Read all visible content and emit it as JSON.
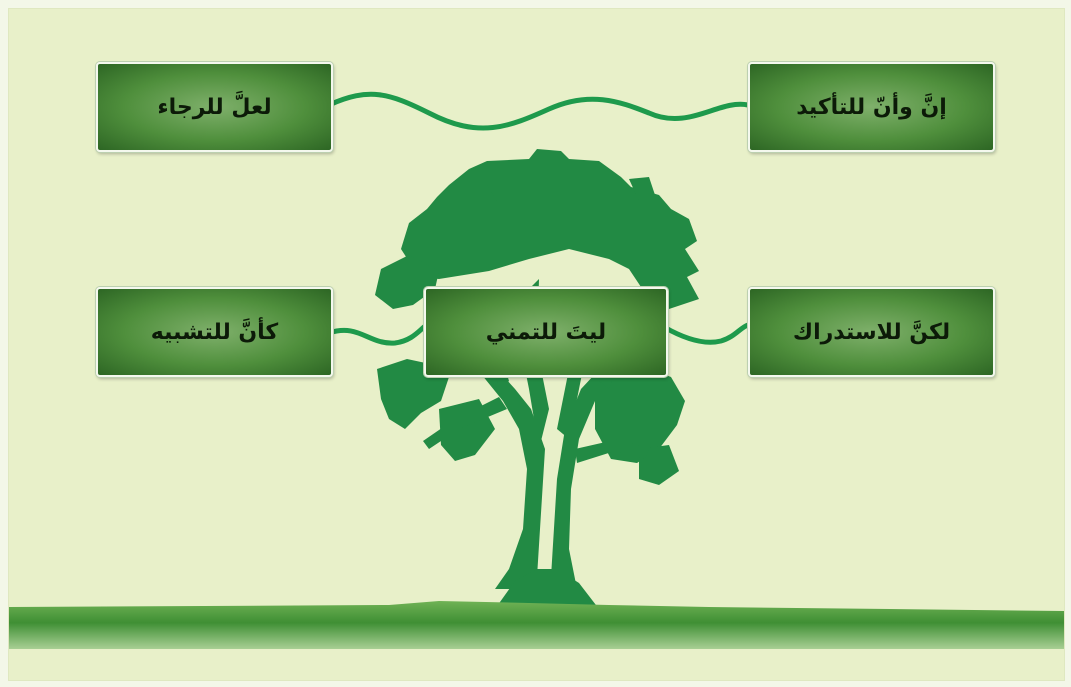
{
  "diagram": {
    "nodes": {
      "top_left": "لعلَّ للرجاء",
      "top_right": "إنَّ وأنّ للتأكيد",
      "middle_left": "كأنَّ للتشبيه",
      "middle_center": "ليتَ للتمني",
      "middle_right": "لكنَّ للاستدراك"
    },
    "colors": {
      "background": "#e8f0c9",
      "tree": "#228a44",
      "connector": "#1e9a4c",
      "card": "#4f8f3c",
      "ground": "#3f8f34"
    }
  }
}
